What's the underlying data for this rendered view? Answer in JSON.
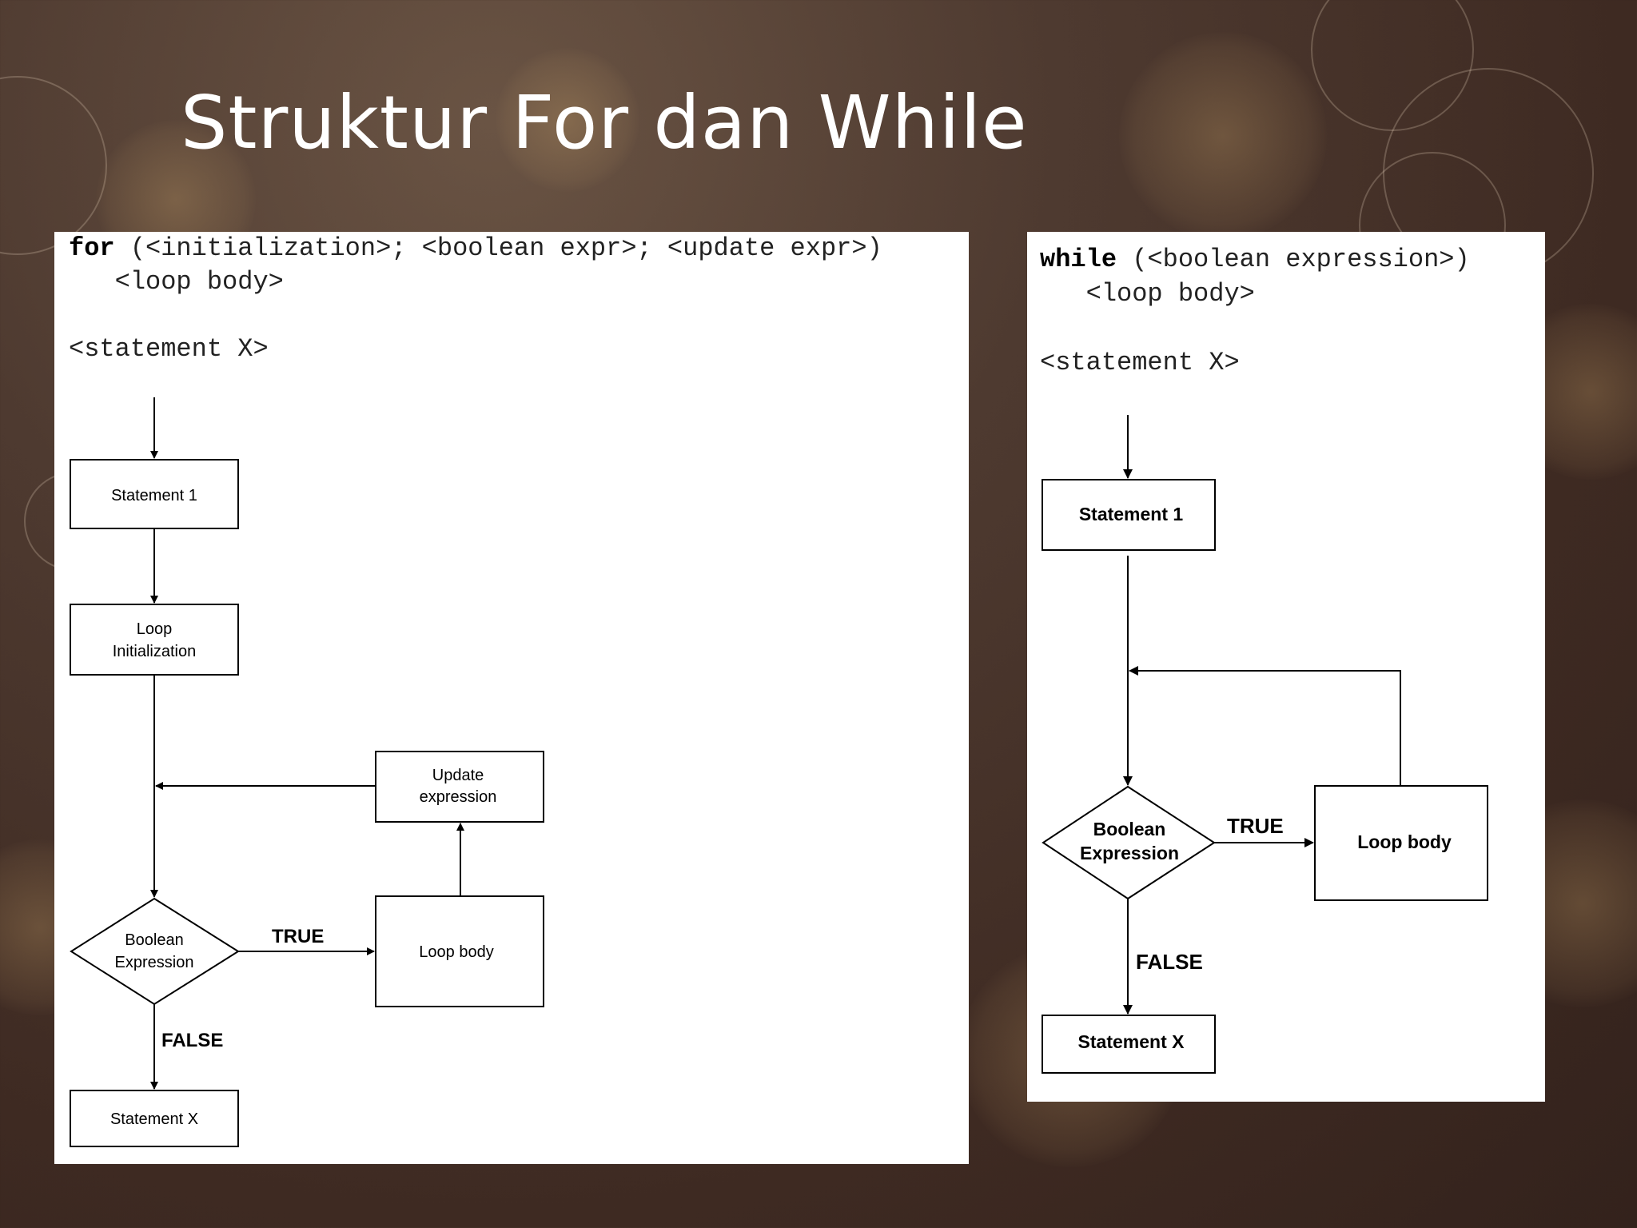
{
  "slide": {
    "title": "Struktur For dan While"
  },
  "for_panel": {
    "code_keyword": "for",
    "code_rest": " (<initialization>; <boolean expr>; <update expr>)",
    "code_line2": "   <loop body>",
    "code_line3": "<statement X>",
    "nodes": {
      "statement1": "Statement 1",
      "init_line1": "Loop",
      "init_line2": "Initialization",
      "update_line1": "Update",
      "update_line2": "expression",
      "bool_line1": "Boolean",
      "bool_line2": "Expression",
      "loop_body": "Loop body",
      "statement_x": "Statement X"
    },
    "labels": {
      "true": "TRUE",
      "false": "FALSE"
    }
  },
  "while_panel": {
    "code_keyword": "while",
    "code_rest": " (<boolean expression>)",
    "code_line2": "   <loop body>",
    "code_line3": "<statement X>",
    "nodes": {
      "statement1": "Statement 1",
      "bool_line1": "Boolean",
      "bool_line2": "Expression",
      "loop_body": "Loop body",
      "statement_x": "Statement X"
    },
    "labels": {
      "true": "TRUE",
      "false": "FALSE"
    }
  }
}
